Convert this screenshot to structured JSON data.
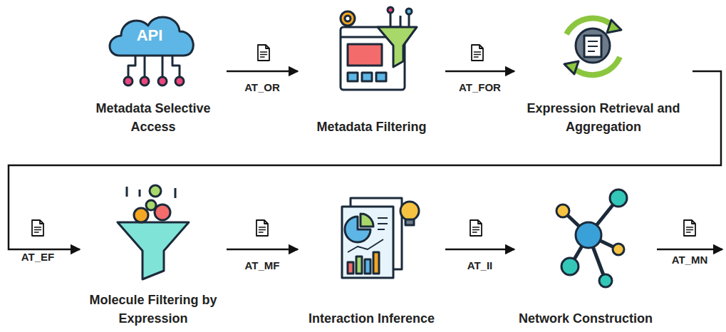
{
  "diagram": {
    "nodes": [
      {
        "text": [
          "Metadata Selective Access"
        ]
      },
      {
        "text": [
          "Metadata Filtering"
        ]
      },
      {
        "text": [
          "Expression Retrieval and Aggregation"
        ]
      },
      {
        "text": [
          "Molecule Filtering by Expression"
        ]
      },
      {
        "text": [
          "Interaction Inference"
        ]
      },
      {
        "text": [
          "Network Construction"
        ]
      }
    ],
    "edges": [
      {
        "from": 0,
        "to": 1,
        "label": "AT_OR",
        "arrow": "to"
      },
      {
        "from": 1,
        "to": 2,
        "label": "AT_FOR",
        "arrow": "to"
      },
      {
        "from": 2,
        "to": 3,
        "label": "AT_EF",
        "arrow": "to"
      },
      {
        "from": 3,
        "to": 4,
        "label": "AT_MF",
        "arrow": "to"
      },
      {
        "from": 4,
        "to": 5,
        "label": "AT_II",
        "arrow": "to"
      }
    ],
    "labels": [
      "API",
      "AT_MN"
    ]
  }
}
